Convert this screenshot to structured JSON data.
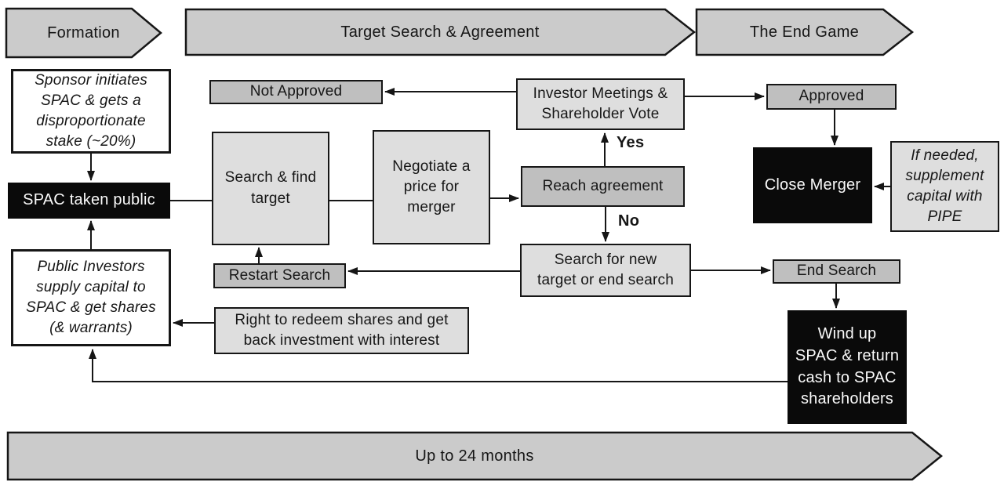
{
  "phases": {
    "formation": "Formation",
    "target_search": "Target Search & Agreement",
    "end_game": "The End Game"
  },
  "timeline": "Up to 24 months",
  "nodes": {
    "sponsor": "Sponsor initiates\nSPAC & gets a\ndisproportionate\nstake (~20%)",
    "spac_public": "SPAC taken public",
    "search_find": "Search & find\ntarget",
    "negotiate": "Negotiate a\nprice for\nmerger",
    "investor_meetings": "Investor Meetings &\nShareholder Vote",
    "not_approved": "Not Approved",
    "approved": "Approved",
    "reach_agreement": "Reach agreement",
    "close_merger": "Close Merger",
    "pipe": "If needed,\nsupplement\ncapital with\nPIPE",
    "restart_search": "Restart Search",
    "search_new": "Search for new\ntarget or end search",
    "end_search": "End Search",
    "public_investors": "Public Investors\nsupply capital to\nSPAC & get shares\n(& warrants)",
    "redeem": "Right to redeem shares and get\nback investment with interest",
    "wind_up": "Wind up\nSPAC & return\ncash to SPAC\nshareholders"
  },
  "edge_labels": {
    "yes": "Yes",
    "no": "No"
  },
  "colors": {
    "banner": "#cbcbcb",
    "box_light": "#dedede",
    "box_medium": "#bfbfbf",
    "box_black": "#0a0a0a"
  }
}
